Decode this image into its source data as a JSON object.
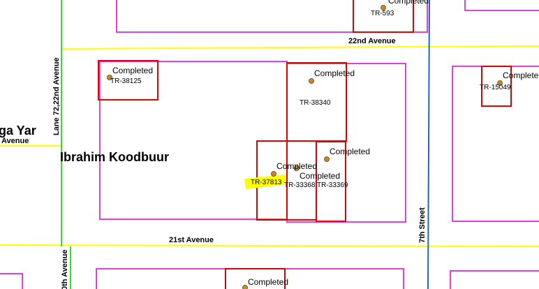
{
  "colors": {
    "background": "#ffffff",
    "avenue_line": "#ffff00",
    "street_line_blue": "#1a66cc",
    "lane_line_green": "#33dd33",
    "parcel_outline_magenta": "#e040e0",
    "plot_outline_red": "#e00000",
    "point_marker": "#c8872a",
    "highlight": "#ffff00"
  },
  "roads": {
    "avenue_22nd": "22nd Avenue",
    "avenue_21st": "21st Avenue",
    "street_7th": "7th Street",
    "lane_72": "Lane 72,22nd Avenue",
    "avenue_left": "Avenue",
    "avenue_bottom_left": "0th Avenue"
  },
  "areas": {
    "main": "Ibrahim Koodbuur",
    "left_cut": "ga Yar"
  },
  "plots": [
    {
      "id": "TR-593",
      "status": "Completed"
    },
    {
      "id": "TR-38125",
      "status": "Completed"
    },
    {
      "id": "TR-38340",
      "status": "Completed"
    },
    {
      "id": "TR-15049",
      "status": "Completed"
    },
    {
      "id": "TR-37813",
      "status": "Completed"
    },
    {
      "id": "TR-33368",
      "status": "Completed"
    },
    {
      "id": "TR-33369",
      "status": "Completed"
    },
    {
      "status": "Completed"
    }
  ]
}
